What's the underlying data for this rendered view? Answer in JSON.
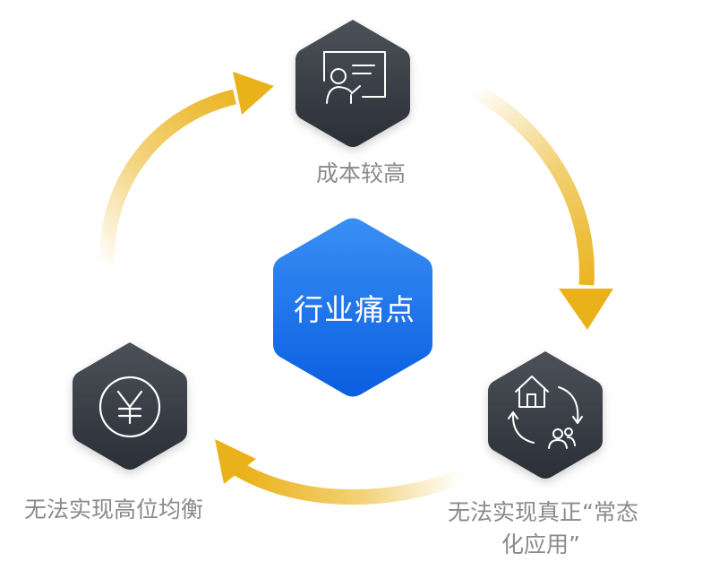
{
  "center": {
    "label": "行业痛点"
  },
  "nodes": [
    {
      "id": "top",
      "icon": "presenter-board-icon",
      "label": "成本较高"
    },
    {
      "id": "right",
      "icon": "house-people-cycle-icon",
      "label_line1": "无法实现真正“常态",
      "label_line2": "化应用”"
    },
    {
      "id": "left",
      "icon": "yuan-coin-icon",
      "label": "无法实现高位均衡"
    }
  ],
  "colors": {
    "arrow_gold": "#eab21a",
    "arrow_fade": "#fdf4d8",
    "hex_dark_top": "#4c5159",
    "hex_dark_bottom": "#2a2f37",
    "hex_blue_top": "#3a8ff5",
    "hex_blue_bottom": "#0a5ee0",
    "label_gray": "#8a8a8a",
    "icon_stroke": "#ffffff"
  }
}
